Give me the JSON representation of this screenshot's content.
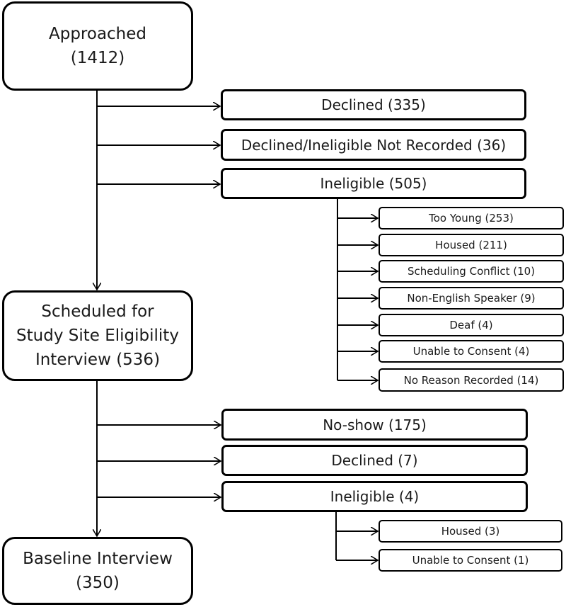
{
  "flowchart": {
    "approached": {
      "line1": "Approached",
      "line2": "(1412)"
    },
    "after_approach": [
      {
        "label": "Declined (335)"
      },
      {
        "label": "Declined/Ineligible Not Recorded (36)"
      },
      {
        "label": "Ineligible (505)"
      }
    ],
    "ineligible_reasons": [
      {
        "label": "Too Young (253)"
      },
      {
        "label": "Housed (211)"
      },
      {
        "label": "Scheduling Conflict (10)"
      },
      {
        "label": "Non-English Speaker (9)"
      },
      {
        "label": "Deaf (4)"
      },
      {
        "label": "Unable to Consent (4)"
      },
      {
        "label": "No Reason Recorded (14)"
      }
    ],
    "scheduled": {
      "line1": "Scheduled for",
      "line2": "Study Site Eligibility",
      "line3": "Interview (536)"
    },
    "after_scheduled": [
      {
        "label": "No-show (175)"
      },
      {
        "label": "Declined (7)"
      },
      {
        "label": "Ineligible (4)"
      }
    ],
    "ineligible2_reasons": [
      {
        "label": "Housed (3)"
      },
      {
        "label": "Unable to Consent (1)"
      }
    ],
    "baseline": {
      "line1": "Baseline Interview",
      "line2": "(350)"
    }
  }
}
